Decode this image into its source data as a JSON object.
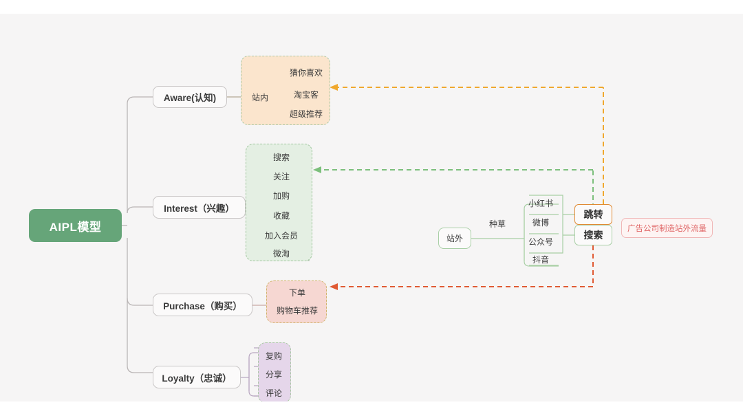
{
  "canvas": {
    "bg": "#f6f5f5",
    "page_bg": "#ffffff"
  },
  "root": {
    "label": "AIPL模型",
    "color": "#66a579",
    "text_color": "#ffffff"
  },
  "branches": [
    {
      "id": "aware",
      "label": "Aware(认知)",
      "group_label": "站内",
      "group_bg": "#fbe5cd",
      "group_border": "#a9c8a4",
      "items": [
        "猜你喜欢",
        "淘宝客",
        "超级推荐"
      ]
    },
    {
      "id": "interest",
      "label": "Interest（兴趣）",
      "group_label": "",
      "group_bg": "#e4efe3",
      "group_border": "#9cc49a",
      "items": [
        "搜索",
        "关注",
        "加购",
        "收藏",
        "加入会员",
        "微淘"
      ]
    },
    {
      "id": "purchase",
      "label": "Purchase（购买）",
      "group_label": "",
      "group_bg": "#f6d7d2",
      "group_border": "#d0b46a",
      "items": [
        "下单",
        "购物车推荐"
      ]
    },
    {
      "id": "loyalty",
      "label": "Loyalty（忠诚）",
      "group_label": "",
      "group_bg": "#e5d6ea",
      "group_border": "#a9c8a4",
      "items": [
        "复购",
        "分享",
        "评论"
      ]
    }
  ],
  "offsite": {
    "node_label": "站外",
    "edge_label": "种草",
    "platforms": [
      "小红书",
      "微博",
      "公众号",
      "抖音"
    ],
    "actions": [
      {
        "label": "跳转",
        "border": "#e08a33"
      },
      {
        "label": "搜索",
        "border": "#a9cfa6"
      }
    ],
    "note": {
      "label": "广告公司制造站外流量",
      "color": "#e06767",
      "border": "#f0b7b7"
    }
  },
  "flows": [
    {
      "id": "flow-jump-to-aware",
      "color": "#f0a82e",
      "from": "跳转",
      "to": "站内"
    },
    {
      "id": "flow-search-to-interest",
      "color": "#7cbf7c",
      "from": "搜索",
      "to": "Interest（兴趣）"
    },
    {
      "id": "flow-search-to-purchase",
      "color": "#e05a33",
      "from": "搜索",
      "to": "Purchase（购买）"
    }
  ]
}
